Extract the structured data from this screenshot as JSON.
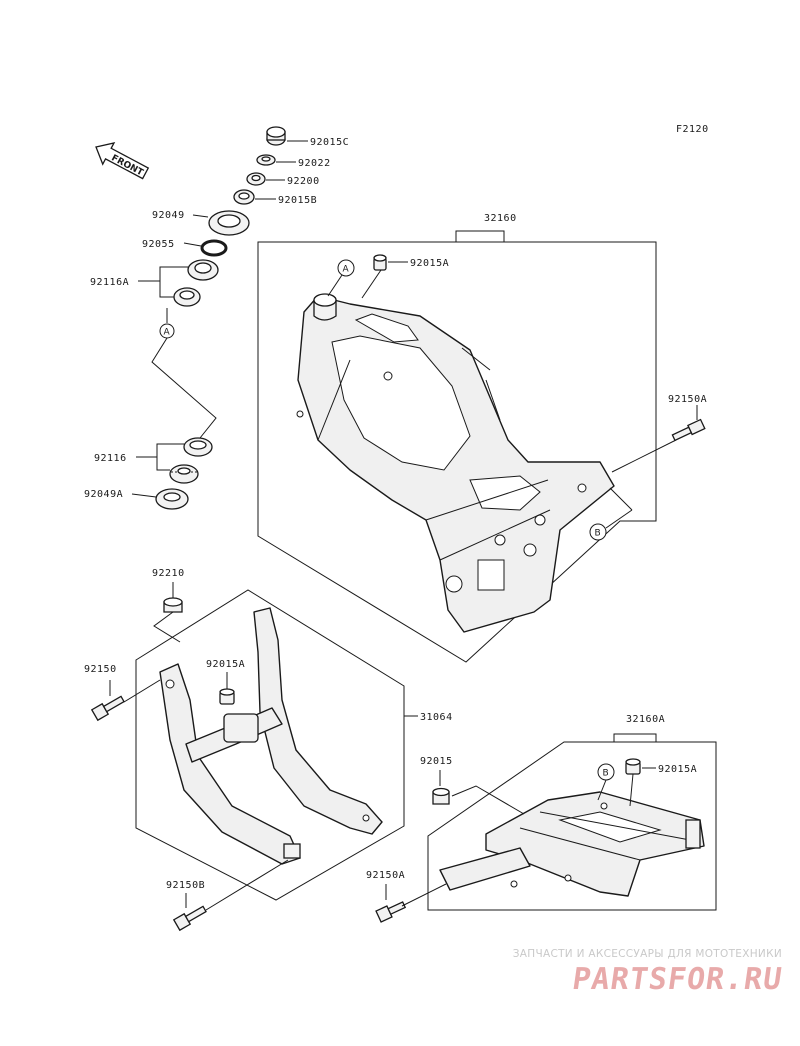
{
  "figure_code": "F2120",
  "front_label": "FRONT",
  "callouts": {
    "a": "A",
    "b": "B"
  },
  "parts": {
    "p92015C": "92015C",
    "p92022": "92022",
    "p92200": "92200",
    "p92015B": "92015B",
    "p92049": "92049",
    "p92055": "92055",
    "p92116A": "92116A",
    "p92116": "92116",
    "p92049A": "92049A",
    "p32160": "32160",
    "p92015A_top": "92015A",
    "p92150A_right": "92150A",
    "p92210": "92210",
    "p92150": "92150",
    "p92015A_mid": "92015A",
    "p31064": "31064",
    "p92150B": "92150B",
    "p32160A": "32160A",
    "p92015": "92015",
    "p92015A_low": "92015A",
    "p92150A_low": "92150A"
  },
  "watermark": {
    "subtitle": "ЗАПЧАСТИ И АКСЕССУАРЫ ДЛЯ МОТОТЕХНИКИ",
    "brand": "PARTSFOR.RU"
  }
}
